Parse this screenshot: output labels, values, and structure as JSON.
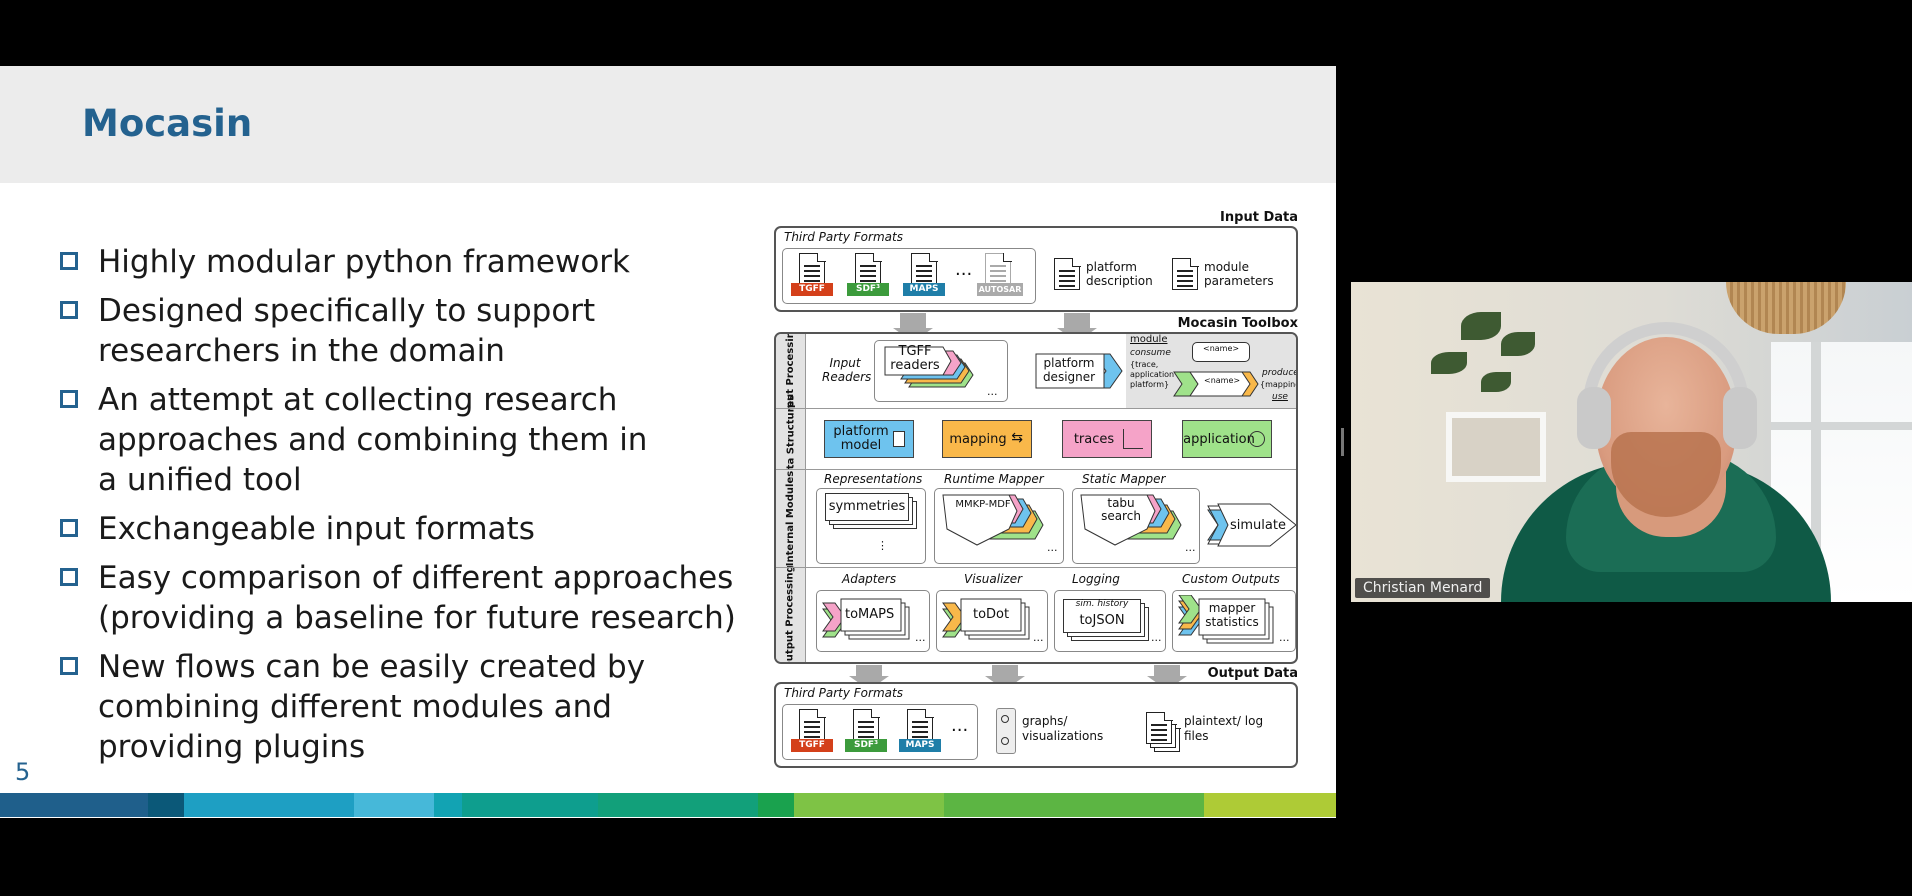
{
  "slide": {
    "title": "Mocasin",
    "page_number": "5",
    "bullets": [
      "Highly modular python framework",
      "Designed specifically to support researchers in the domain",
      "An attempt at collecting research approaches and combining them in a unified tool",
      "Exchangeable input formats",
      "Easy comparison of different approaches (providing a baseline for future research)",
      "New flows can be easily created by combining different modules and providing plugins"
    ],
    "stripe_colors": [
      "#1f5f8b",
      "#0b5878",
      "#1e9fc3",
      "#46b8d9",
      "#12a3b3",
      "#0e9e8e",
      "#12a07a",
      "#1aa24e",
      "#7ec345",
      "#5cb543",
      "#aecb36"
    ]
  },
  "diagram": {
    "input_data_label": "Input Data",
    "toolbox_label": "Mocasin Toolbox",
    "output_data_label": "Output Data",
    "third_party_formats": "Third Party Formats",
    "third_party_formats_out": "Third Party Formats",
    "formats": {
      "tgff": "TGFF",
      "sdf": "SDF³",
      "maps": "MAPS",
      "autosar": "AUTOSAR",
      "ellipsis": "..."
    },
    "platform_description": "platform description",
    "module_parameters": "module parameters",
    "rows": {
      "input_processing": "Input Processing",
      "data_structures": "Data Structures",
      "internal_modules": "Internal Modules",
      "output_processing": "Output Processing"
    },
    "input_readers": "Input Readers",
    "tgff_readers": "TGFF readers",
    "platform_designer": "platform designer",
    "module_box": {
      "module": "module",
      "consume": "consume",
      "consume_items": "{trace, application platform}",
      "name": "<name>",
      "name2": "<name>",
      "produce": "produce",
      "produce_items": "{mapping}",
      "use": "use"
    },
    "data_structures": {
      "platform_model": "platform model",
      "mapping": "mapping",
      "traces": "traces",
      "application": "application"
    },
    "internal_modules": {
      "representations": "Representations",
      "runtime_mapper": "Runtime Mapper",
      "static_mapper": "Static Mapper",
      "symmetries": "symmetries",
      "mmkp_mdf": "MMKP-MDF",
      "tabu_search": "tabu search",
      "simulate": "simulate"
    },
    "output_processing": {
      "adapters": "Adapters",
      "visualizer": "Visualizer",
      "logging": "Logging",
      "custom_outputs": "Custom Outputs",
      "to_maps": "toMAPS",
      "to_dot": "toDot",
      "sim_history": "sim. history",
      "to_json": "toJSON",
      "mapper_statistics": "mapper statistics"
    },
    "graphs_visualizations": "graphs/ visualizations",
    "plaintext_log_files": "plaintext/ log files",
    "colors": {
      "tgff": "#d4401a",
      "sdf": "#3c9b3c",
      "maps": "#1f7ea8",
      "autosar": "#aaaaaa",
      "platform_model": "#6ec3ee",
      "mapping": "#f9b84a",
      "traces": "#f5a3c8",
      "application": "#9fe28a",
      "arrow": "#a9a9a9"
    }
  },
  "webcam": {
    "participant_name": "Christian Menard"
  }
}
